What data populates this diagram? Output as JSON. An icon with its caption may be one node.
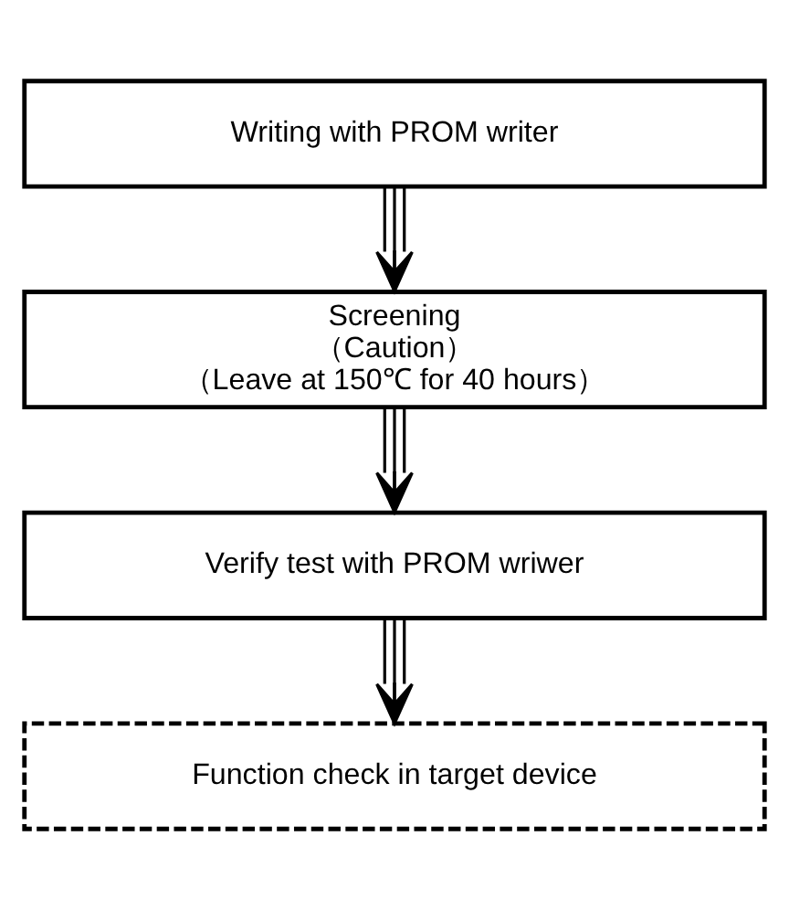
{
  "diagram": {
    "nodes": [
      {
        "text": [
          "Writing with PROM writer"
        ]
      },
      {
        "text": [
          "Screening",
          "（Caution）",
          "（Leave at 150℃ for 40 hours）"
        ]
      },
      {
        "text": [
          "Verify test with PROM wriwer"
        ]
      },
      {
        "text": [
          "Function check in target device"
        ]
      }
    ],
    "edges": [
      {
        "from": 0,
        "to": 1,
        "arrow": "to"
      },
      {
        "from": 1,
        "to": 2,
        "arrow": "to"
      },
      {
        "from": 2,
        "to": 3,
        "arrow": "to"
      }
    ]
  }
}
